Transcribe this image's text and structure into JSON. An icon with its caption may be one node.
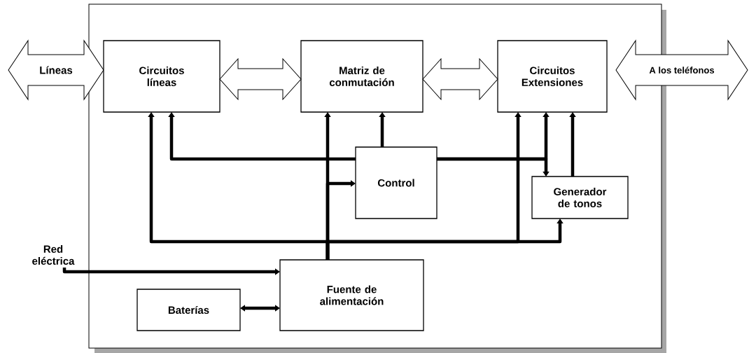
{
  "diagram": {
    "nodes": [
      {
        "text": [],
        "shape": "box"
      },
      {
        "text": [
          "Líneas"
        ]
      },
      {
        "text": [
          "Circuitos líneas"
        ],
        "in": 0
      },
      {
        "text": [
          "Matriz de conmutación"
        ],
        "in": 0
      },
      {
        "text": [
          "Circuitos Extensiones"
        ],
        "in": 0
      },
      {
        "text": [
          "A los teléfonos"
        ]
      },
      {
        "text": [
          "Control"
        ],
        "in": 0
      },
      {
        "text": [
          "Generador de tonos"
        ],
        "in": 0
      },
      {
        "text": [
          "Red eléctrica"
        ]
      },
      {
        "text": [
          "Fuente de alimentación"
        ],
        "in": 0
      },
      {
        "text": [
          "Baterías"
        ],
        "in": 0
      }
    ],
    "edges": [
      {
        "from": 2,
        "to": 3,
        "arrow": "both"
      },
      {
        "from": 3,
        "to": 4,
        "arrow": "both"
      },
      {
        "from": 6,
        "to": 2,
        "arrow": "to"
      },
      {
        "from": 6,
        "to": 3,
        "arrow": "to"
      },
      {
        "from": 6,
        "to": 4,
        "arrow": "to"
      },
      {
        "from": 6,
        "to": 7,
        "arrow": "to"
      },
      {
        "from": 7,
        "to": 4,
        "arrow": "to"
      },
      {
        "from": 9,
        "to": 3,
        "arrow": "to"
      },
      {
        "from": 9,
        "to": 6,
        "arrow": "to"
      },
      {
        "from": 9,
        "to": 2,
        "arrow": "to"
      },
      {
        "from": 9,
        "to": 4,
        "arrow": "to"
      },
      {
        "from": 9,
        "to": 7,
        "arrow": "to"
      },
      {
        "from": 8,
        "to": 9,
        "arrow": "to"
      },
      {
        "from": 10,
        "to": 9,
        "arrow": "both"
      }
    ]
  }
}
